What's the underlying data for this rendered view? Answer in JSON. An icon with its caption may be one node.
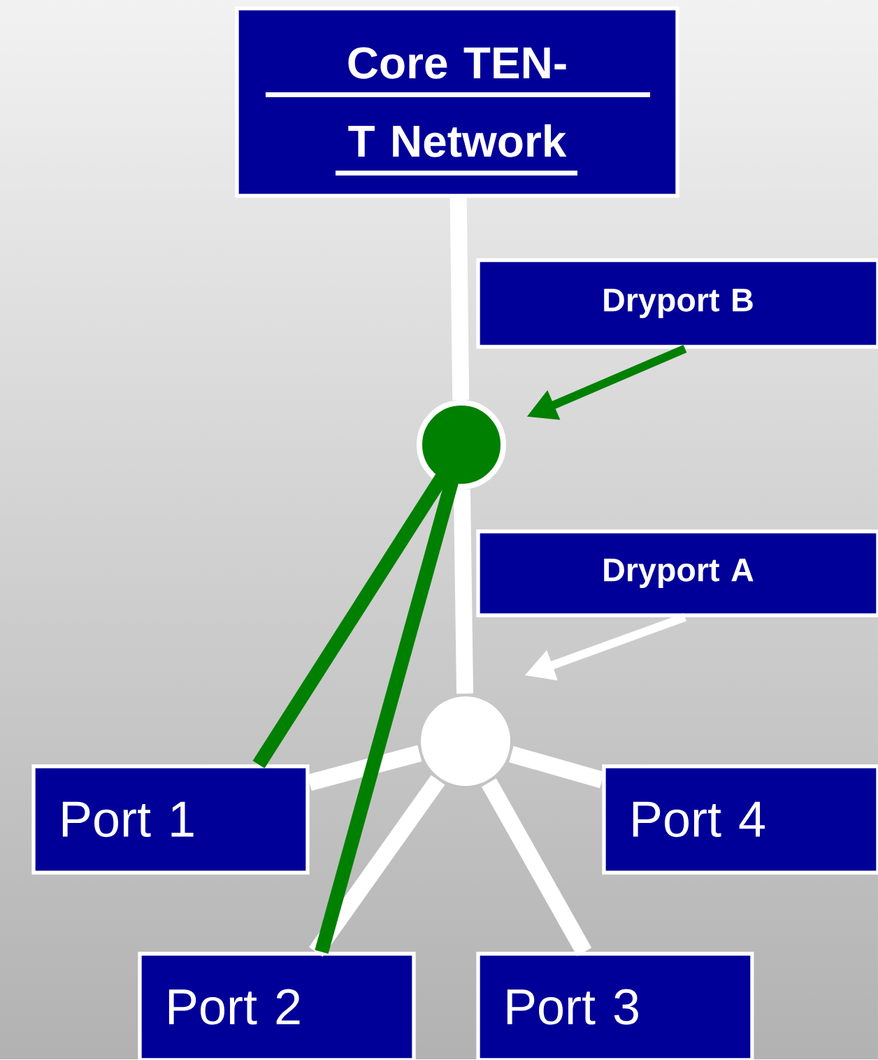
{
  "diagram": {
    "nodes": [
      {
        "text": [
          "Core TEN-T Network"
        ]
      },
      {
        "text": [
          "Dryport B"
        ]
      },
      {
        "text": [],
        "shape": "circle"
      },
      {
        "text": [
          "Dryport A"
        ]
      },
      {
        "text": [],
        "shape": "circle"
      },
      {
        "text": [
          "Port 1"
        ]
      },
      {
        "text": [
          "Port 4"
        ]
      },
      {
        "text": [
          "Port 2"
        ]
      },
      {
        "text": [
          "Port 3"
        ]
      }
    ],
    "edges": [
      {
        "from": 0,
        "to": 2,
        "arrow": "none"
      },
      {
        "from": 2,
        "to": 4,
        "arrow": "none"
      },
      {
        "from": 1,
        "to": 2,
        "arrow": "to",
        "color": "#008000"
      },
      {
        "from": 3,
        "to": null,
        "arrow": "to"
      },
      {
        "from": 4,
        "to": 5,
        "arrow": "none"
      },
      {
        "from": 4,
        "to": 6,
        "arrow": "none"
      },
      {
        "from": 4,
        "to": 7,
        "arrow": "none"
      },
      {
        "from": 4,
        "to": 8,
        "arrow": "none"
      },
      {
        "from": 2,
        "to": 5,
        "arrow": "none",
        "color": "#008000"
      },
      {
        "from": 2,
        "to": 7,
        "arrow": "none",
        "color": "#008000"
      }
    ]
  }
}
